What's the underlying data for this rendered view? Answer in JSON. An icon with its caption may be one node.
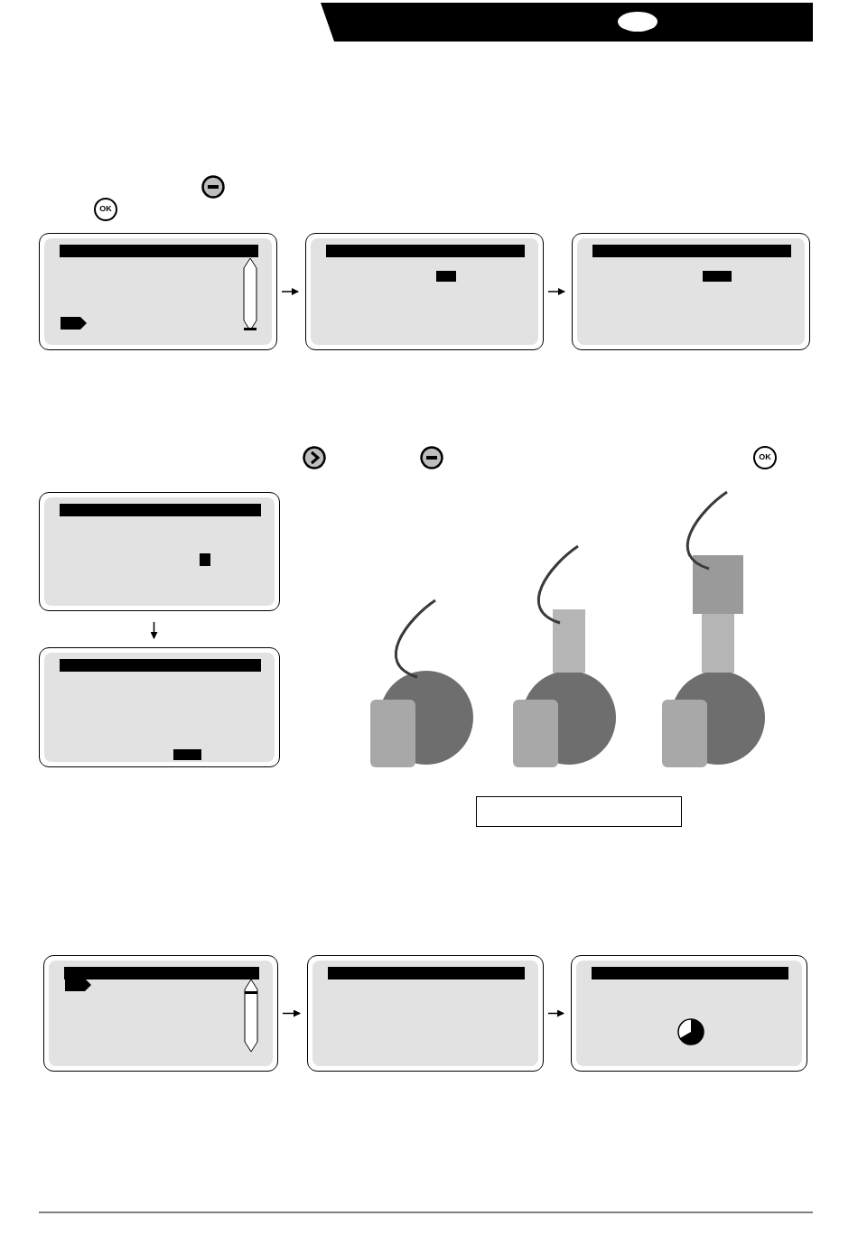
{
  "diagram": {
    "nodes": [
      {
        "text": [],
        "shape": "box"
      },
      {
        "text": [],
        "shape": "box"
      },
      {
        "text": [],
        "shape": "box"
      },
      {
        "text": [],
        "shape": "box"
      },
      {
        "text": [],
        "shape": "box"
      },
      {
        "text": [],
        "shape": "box"
      },
      {
        "text": [],
        "shape": "box"
      },
      {
        "text": [],
        "shape": "box"
      },
      {
        "text": [],
        "shape": "box"
      }
    ],
    "edges": [
      {
        "from": 0,
        "to": 1,
        "arrow": "to"
      },
      {
        "from": 1,
        "to": 2,
        "arrow": "to"
      },
      {
        "from": 3,
        "to": 4,
        "arrow": "to"
      },
      {
        "from": 6,
        "to": 7,
        "arrow": "to"
      },
      {
        "from": 7,
        "to": 8,
        "arrow": "to"
      }
    ],
    "labels": [
      "OK",
      "OK"
    ]
  }
}
